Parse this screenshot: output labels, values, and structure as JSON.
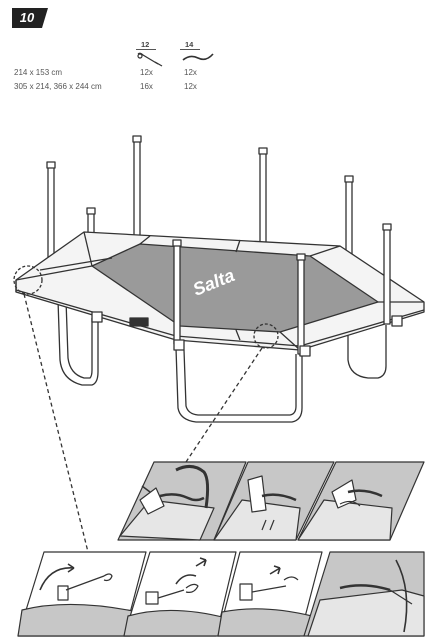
{
  "step": {
    "number": "10"
  },
  "parts": {
    "items": [
      {
        "code": "12",
        "icon": "spring-hook-icon"
      },
      {
        "code": "14",
        "icon": "elastic-cord-icon"
      }
    ],
    "rows": [
      {
        "size": "214 x 153 cm",
        "qty": [
          "12x",
          "12x"
        ]
      },
      {
        "size": "305 x 214, 366 x 244 cm",
        "qty": [
          "16x",
          "12x"
        ]
      }
    ]
  },
  "trampoline": {
    "brand": "Salta",
    "label_small": "Salta"
  },
  "colors": {
    "ink": "#333333",
    "mat": "#9a9a9a",
    "frame": "#f2f2f2",
    "detail_bg": "#bdbdbd",
    "badge": "#222222"
  }
}
